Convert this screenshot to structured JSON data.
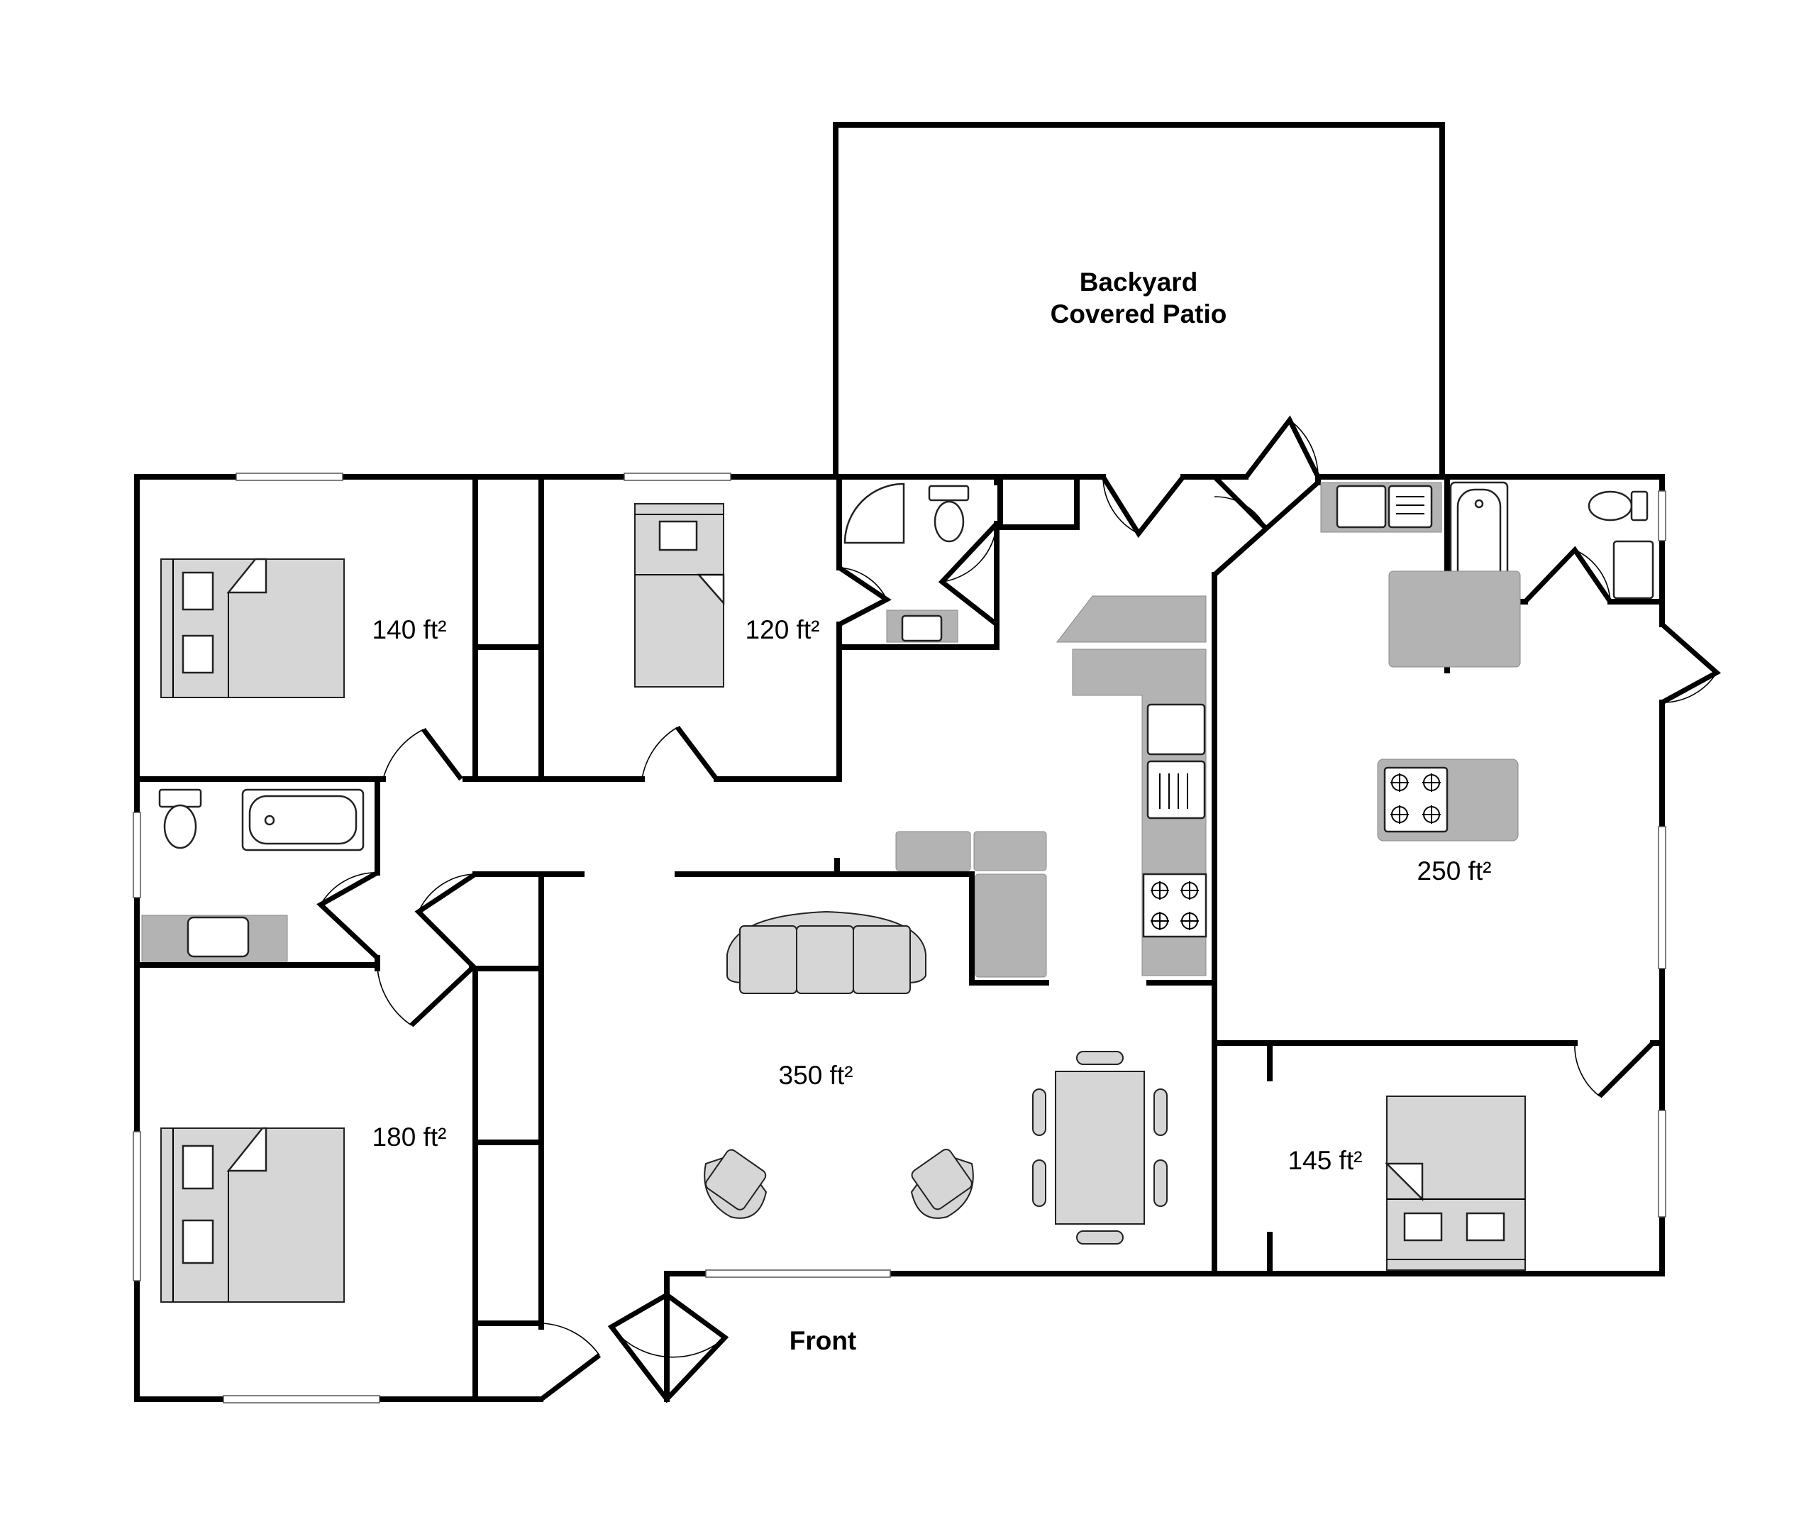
{
  "labels": {
    "patio_line1": "Backyard",
    "patio_line2": "Covered Patio",
    "front": "Front"
  },
  "rooms": [
    {
      "id": "bedroom-1",
      "area": "140 ft²"
    },
    {
      "id": "bedroom-2",
      "area": "120 ft²"
    },
    {
      "id": "living",
      "area": "350 ft²"
    },
    {
      "id": "bedroom-3",
      "area": "180 ft²"
    },
    {
      "id": "kitchen",
      "area": "250 ft²"
    },
    {
      "id": "bedroom-4",
      "area": "145 ft²"
    }
  ],
  "colors": {
    "wall": "#000000",
    "furniture": "#c9c9c9",
    "counter": "#b3b3b3",
    "background": "#ffffff"
  }
}
